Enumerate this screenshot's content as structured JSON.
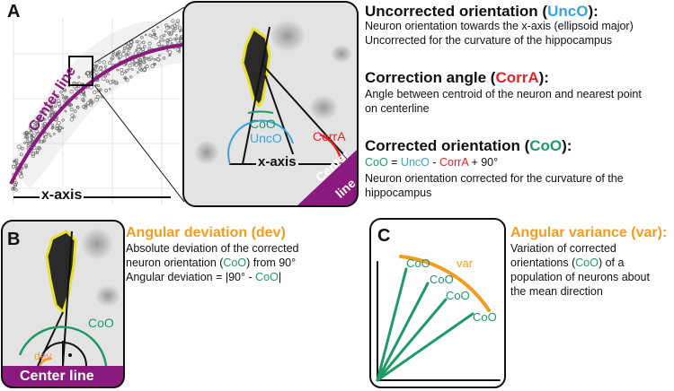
{
  "colors": {
    "blue": "#3aa3dc",
    "red": "#e0262b",
    "green": "#1f9a67",
    "orange": "#f39c1f",
    "purple": "#8b1a7e",
    "yellow": "#e8e02a"
  },
  "panelA": {
    "label": "A",
    "centerline_text": "Center line",
    "xaxis_text": "x-axis",
    "inset": {
      "xaxis": "x-axis",
      "coo": "CoO",
      "unco": "UncO",
      "corra": "CorrA",
      "center": "Center",
      "line": "line"
    },
    "unco": {
      "title_pre": "Uncorrected orientation (",
      "title_abbr": "UncO",
      "title_post": "):",
      "desc1": "Neuron orientation towards the x-axis (ellipsoid major)",
      "desc2": "Uncorrected for the curvature of the hippocampus"
    },
    "corra": {
      "title_pre": "Correction angle (",
      "title_abbr": "CorrA",
      "title_post": "):",
      "desc1": "Angle between centroid of the neuron and nearest point",
      "desc2": "on centerline"
    },
    "coo": {
      "title_pre": "Corrected orientation (",
      "title_abbr": "CoO",
      "title_post": "):",
      "formula_coo": "CoO",
      "formula_eq": " = ",
      "formula_unco": "UncO",
      "formula_minus": " - ",
      "formula_corra": "CorrA",
      "formula_plus": " + 90°",
      "desc1": "Neuron orientation corrected for the curvature of the",
      "desc2": "hippocampus"
    }
  },
  "panelB": {
    "label": "B",
    "title": "Angular deviation (dev)",
    "l1": "Absolute deviation of the corrected",
    "l2_pre": "neuron orientation (",
    "l2_abbr": "CoO",
    "l2_post": ") from 90°",
    "l3_pre": "Angular deviation = |90° - ",
    "l3_abbr": "CoO",
    "l3_post": "|",
    "coo": "CoO",
    "dev": "dev",
    "centerline": "Center line"
  },
  "panelC": {
    "label": "C",
    "title": "Angular variance (var):",
    "l1": "Variation of corrected",
    "l2_pre": "orientations (",
    "l2_abbr": "CoO",
    "l2_post": ") of a",
    "l3": "population of neurons about",
    "l4": "the mean direction",
    "var": "var",
    "coo_labels": [
      "CoO",
      "CoO",
      "CoO",
      "CoO"
    ]
  }
}
